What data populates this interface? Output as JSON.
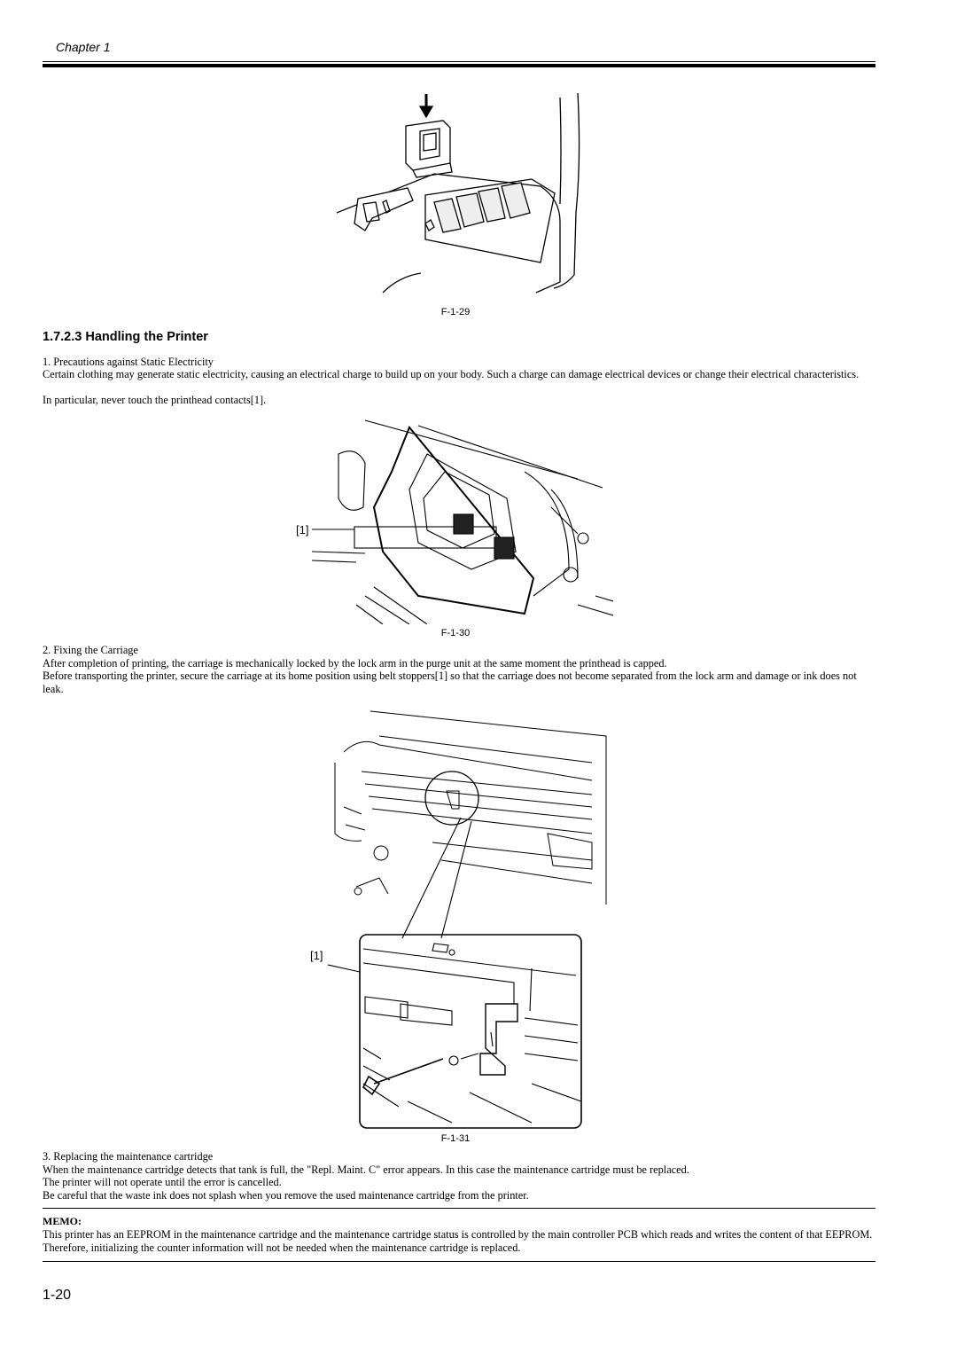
{
  "header": {
    "chapter": "Chapter 1"
  },
  "figures": {
    "f1": {
      "caption": "F-1-29"
    },
    "f2": {
      "caption": "F-1-30",
      "callout": "[1]"
    },
    "f3": {
      "caption": "F-1-31",
      "callout": "[1]"
    }
  },
  "section": {
    "title": "1.7.2.3 Handling the Printer",
    "item1": {
      "heading": "1. Precautions against Static Electricity",
      "body": "Certain clothing may generate static electricity, causing an electrical charge to build up on your body. Such a charge can damage electrical devices or change their electrical characteristics.",
      "note": "In particular, never touch the printhead contacts[1]."
    },
    "item2": {
      "heading": "2. Fixing the Carriage",
      "body1": "After completion of printing, the carriage is mechanically locked by the lock arm in the purge unit at the same moment the printhead is capped.",
      "body2": "Before transporting the printer, secure the carriage at its home position using belt stoppers[1] so that the carriage does not become separated from the lock arm and damage or ink does not leak."
    },
    "item3": {
      "heading": "3. Replacing the maintenance cartridge",
      "body1": "When the maintenance cartridge detects that tank is full, the \"Repl. Maint. C\" error appears. In this case the maintenance cartridge must be replaced.",
      "body2": "The printer will not operate until the error is cancelled.",
      "body3": "Be careful that the waste ink does not splash when you remove the used maintenance cartridge from the printer."
    }
  },
  "memo": {
    "label": "MEMO:",
    "body": "This printer has an EEPROM in the maintenance cartridge and the maintenance cartridge status is controlled by the main controller PCB which reads and writes the content of that EEPROM. Therefore, initializing the counter information will not be needed when the maintenance cartridge is replaced."
  },
  "footer": {
    "page_number": "1-20"
  }
}
